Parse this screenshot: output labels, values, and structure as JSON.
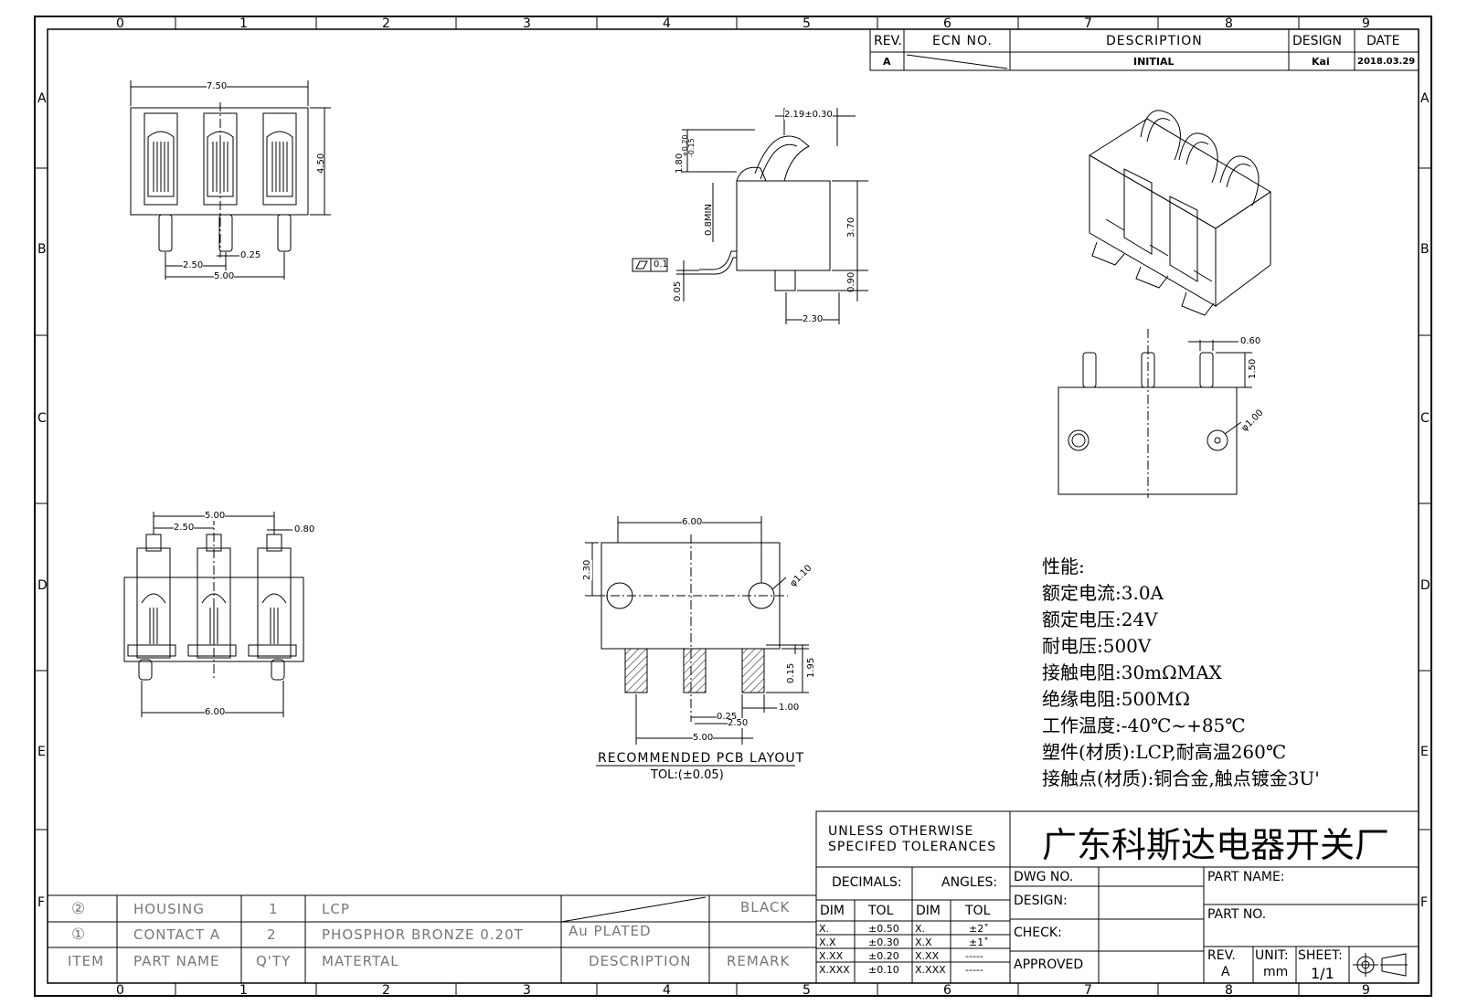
{
  "grid": {
    "columns": [
      "0",
      "1",
      "2",
      "3",
      "4",
      "5",
      "6",
      "7",
      "8",
      "9"
    ],
    "rows": [
      "A",
      "B",
      "C",
      "D",
      "E",
      "F"
    ]
  },
  "revision_block": {
    "headers": {
      "rev": "REV.",
      "ecn": "ECN NO.",
      "description": "DESCRIPTION",
      "design": "DESIGN",
      "date": "DATE"
    },
    "row": {
      "rev": "A",
      "description": "INITIAL",
      "design": "Kai",
      "date": "2018.03.29"
    }
  },
  "views": {
    "top_view": {
      "width": "7.50",
      "height": "4.50",
      "pitch": "2.50",
      "span": "5.00",
      "pin": "0.25"
    },
    "side_view": {
      "top_width": "2.19±0.30",
      "spring_height": "1.80",
      "spring_tol_plus": "+0.20",
      "spring_tol_minus": "-0.15",
      "clearance": "0.8MIN",
      "flatness_value": "0.1",
      "body_height": "3.70",
      "post_height": "0.90",
      "base_offset": "0.05",
      "post_offset": "2.30"
    },
    "back_view": {
      "pin_width": "0.60",
      "pin_length": "1.50",
      "hole": "φ1.00"
    },
    "front_view": {
      "span": "5.00",
      "pitch": "2.50",
      "pin": "0.80",
      "width": "6.00"
    },
    "pcb_layout": {
      "width": "6.00",
      "height": "2.30",
      "hole": "φ1.10",
      "pad_gap": "0.15",
      "pad_length": "1.95",
      "pad_width": "1.00",
      "pitch": "2.50",
      "offset": "0.25",
      "span": "5.00",
      "title": "RECOMMENDED PCB LAYOUT",
      "tolerance": "TOL:(±0.05)"
    }
  },
  "specs": [
    "性能:",
    "额定电流:3.0A",
    "额定电压:24V",
    "耐电压:500V",
    "接触电阻:30mΩMAX",
    "绝缘电阻:500MΩ",
    "工作温度:-40℃~+85℃",
    "塑件(材质):LCP,耐高温260℃",
    "接触点(材质):铜合金,触点镀金3U'"
  ],
  "bom": {
    "rows": [
      {
        "item": "②",
        "part_name": "HOUSING",
        "qty": "1",
        "material": "LCP",
        "description": "",
        "remark": "BLACK"
      },
      {
        "item": "①",
        "part_name": "CONTACT A",
        "qty": "2",
        "material": "PHOSPHOR BRONZE 0.20T",
        "description": "Au PLATED",
        "remark": ""
      }
    ],
    "header": {
      "item": "ITEM",
      "part_name": "PART NAME",
      "qty": "Q'TY",
      "material": "MATERTAL",
      "description": "DESCRIPTION",
      "remark": "REMARK"
    }
  },
  "title_block": {
    "tolerance_note_1": "UNLESS OTHERWISE",
    "tolerance_note_2": "SPECIFED TOLERANCES",
    "decimals": "DECIMALS:",
    "angles": "ANGLES:",
    "dim": "DIM",
    "tol": "TOL",
    "decimal_rows": [
      [
        "X.",
        "±0.50"
      ],
      [
        "X.X",
        "±0.30"
      ],
      [
        "X.XX",
        "±0.20"
      ],
      [
        "X.XXX",
        "±0.10"
      ]
    ],
    "angle_rows": [
      [
        "X.",
        "±2˚"
      ],
      [
        "X.X",
        "±1˚"
      ],
      [
        "X.XX",
        "-----"
      ],
      [
        "X.XXX",
        "-----"
      ]
    ],
    "company": "广东科斯达电器开关厂",
    "dwg_no": "DWG NO.",
    "design": "DESIGN:",
    "check": "CHECK:",
    "approved": "APPROVED",
    "part_name": "PART NAME:",
    "part_no": "PART NO.",
    "rev_label": "REV.",
    "rev_value": "A",
    "unit_label": "UNIT:",
    "unit_value": "mm",
    "sheet_label": "SHEET:",
    "sheet_value": "1/1"
  }
}
